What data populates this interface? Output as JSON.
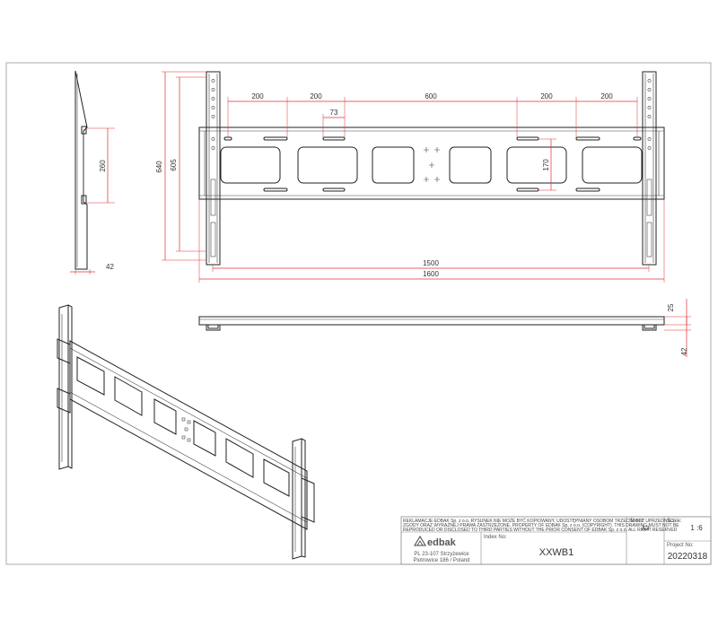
{
  "drawing": {
    "front_dims": {
      "segments": [
        "200",
        "200",
        "600",
        "200",
        "200"
      ],
      "inner": "73",
      "height_170": "170",
      "width_1500": "1500",
      "width_1600": "1600",
      "height_640": "640",
      "height_605": "605"
    },
    "side_dims": {
      "height_260": "260",
      "depth_42": "42"
    },
    "bottom_dims": {
      "d25": "25",
      "d42": "42"
    }
  },
  "title_block": {
    "disclaimer_lines": [
      "REKLAMACJE EDBAK Sp. z o.o. RYSUNEK NIE MOŻE BYĆ KOPIOWANY, UDOSTĘPNIANY OSOBOM TRZECIM BEZ UPRZEDNIEJ",
      "ZGODY ORAZ WYRAŹNEJ PRAWA ZASTRZEŻONE. PROPERTY OF EDBAK Sp. z o.o. (COPYRIGHT). THIS DRAWING MUST NOT BE",
      "REPRODUCED OR DISCLOSED TO THIRD PARTIES WITHOUT THE PRIOR CONSENT OF EDBAK Sp. z o.o. ALL RIGHT RESERVED"
    ],
    "company_name": "edbak",
    "address_line1": "PL 23-107 Strzyżewice",
    "address_line2": "Piotrowice 186 / Poland",
    "index_label": "Index No:",
    "index_value": "XXWB1",
    "sheet_label": "Sheet:",
    "sheet_value": "A3",
    "scale_label": "Scale:",
    "scale_value": "1 :6",
    "project_label": "Project No:",
    "project_value": "20220318"
  }
}
